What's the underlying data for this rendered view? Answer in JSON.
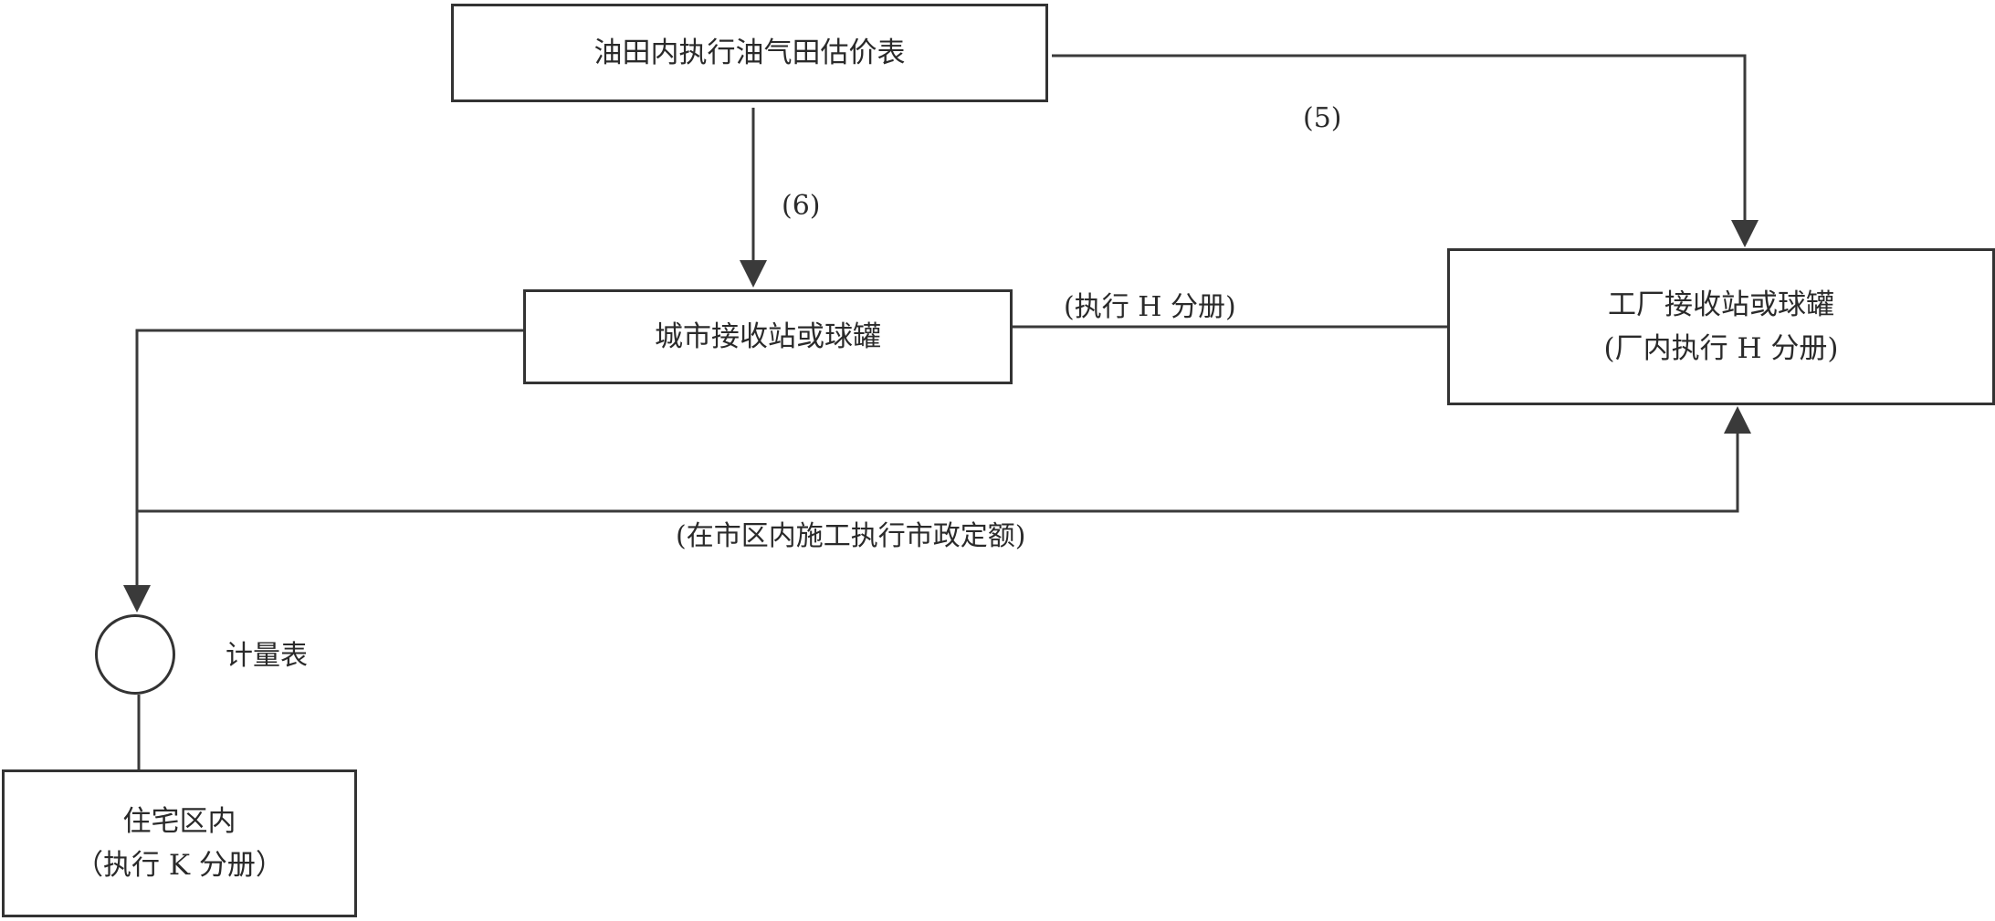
{
  "nodes": {
    "top": {
      "lines": [
        "油田内执行油气田估价表"
      ]
    },
    "city": {
      "lines": [
        "城市接收站或球罐"
      ]
    },
    "factory": {
      "lines": [
        "工厂接收站或球罐",
        "(厂内执行 H 分册)"
      ]
    },
    "residential": {
      "lines": [
        "住宅区内",
        "（执行 K 分册）"
      ]
    },
    "meter": {
      "label": "计量表"
    }
  },
  "edges": {
    "top_to_city": {
      "label": "(6)"
    },
    "top_to_factory": {
      "label": "(5)"
    },
    "city_to_factory": {
      "label": "(执行 H 分册)"
    },
    "municipal": {
      "label": "(在市区内施工执行市政定额)"
    }
  }
}
